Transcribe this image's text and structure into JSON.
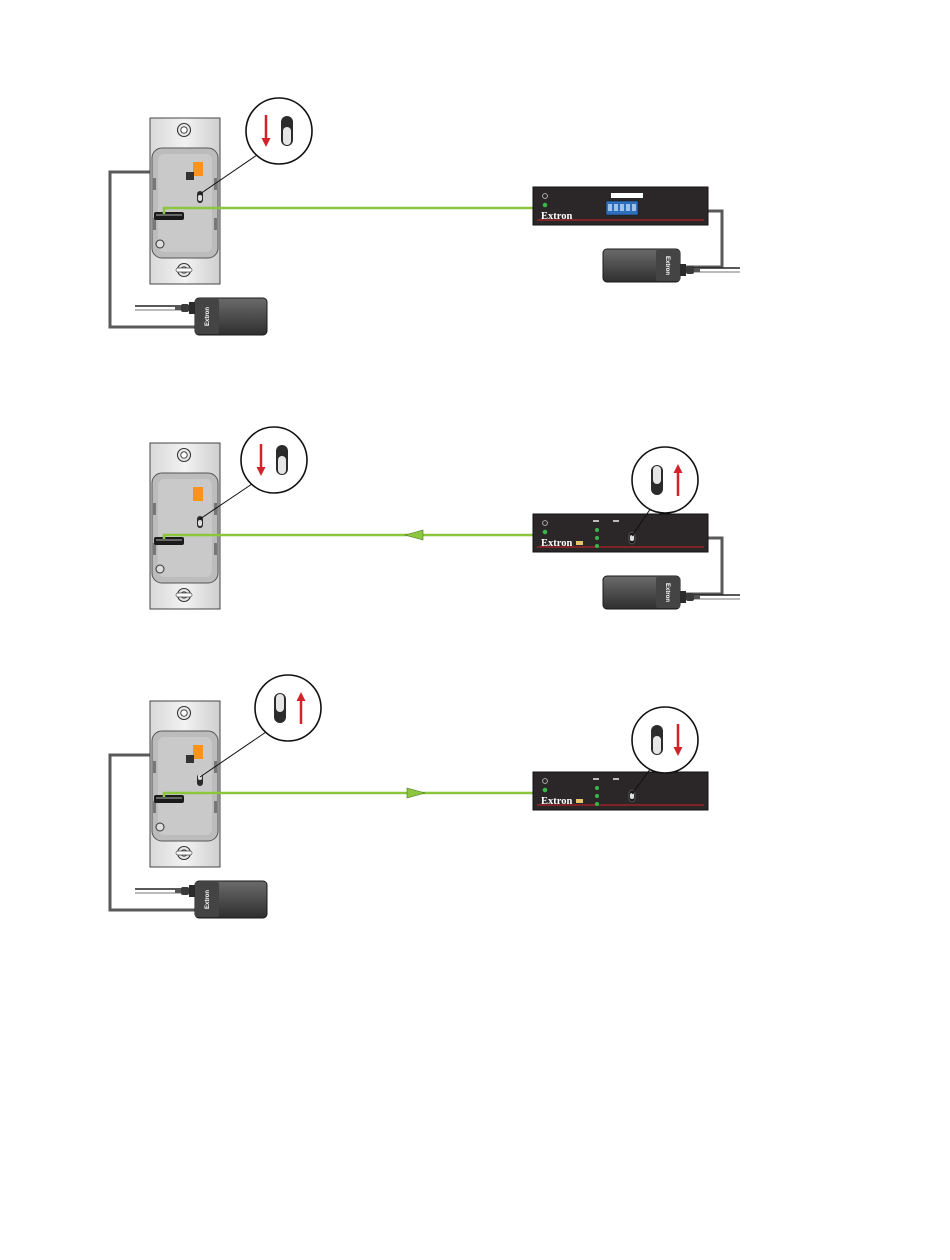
{
  "accent_colors": {
    "cable_green": "#8cc63f",
    "arrow_red": "#d2232a",
    "box_dark": "#2b2628",
    "led_green": "#39b54a",
    "terminal_blue": "#2e6fbd",
    "label_orange": "#f7941d"
  },
  "diagrams": [
    {
      "receiver_type": "terminal-block",
      "wallplate_switch": "down",
      "receiver_switch": "",
      "signal_arrow": "none",
      "wallplate_power": true,
      "receiver_power": true,
      "receiver_brand": "Extron",
      "wallplate_psu_brand": "Extron",
      "receiver_psu_brand": "Extron"
    },
    {
      "receiver_type": "switch-model",
      "wallplate_switch": "down",
      "receiver_switch": "up",
      "signal_arrow": "left",
      "wallplate_power": false,
      "receiver_power": true,
      "receiver_brand": "Extron",
      "wallplate_psu_brand": "",
      "receiver_psu_brand": "Extron"
    },
    {
      "receiver_type": "switch-model",
      "wallplate_switch": "up",
      "receiver_switch": "down",
      "signal_arrow": "right",
      "wallplate_power": true,
      "receiver_power": false,
      "receiver_brand": "Extron",
      "wallplate_psu_brand": "Extron",
      "receiver_psu_brand": ""
    }
  ]
}
